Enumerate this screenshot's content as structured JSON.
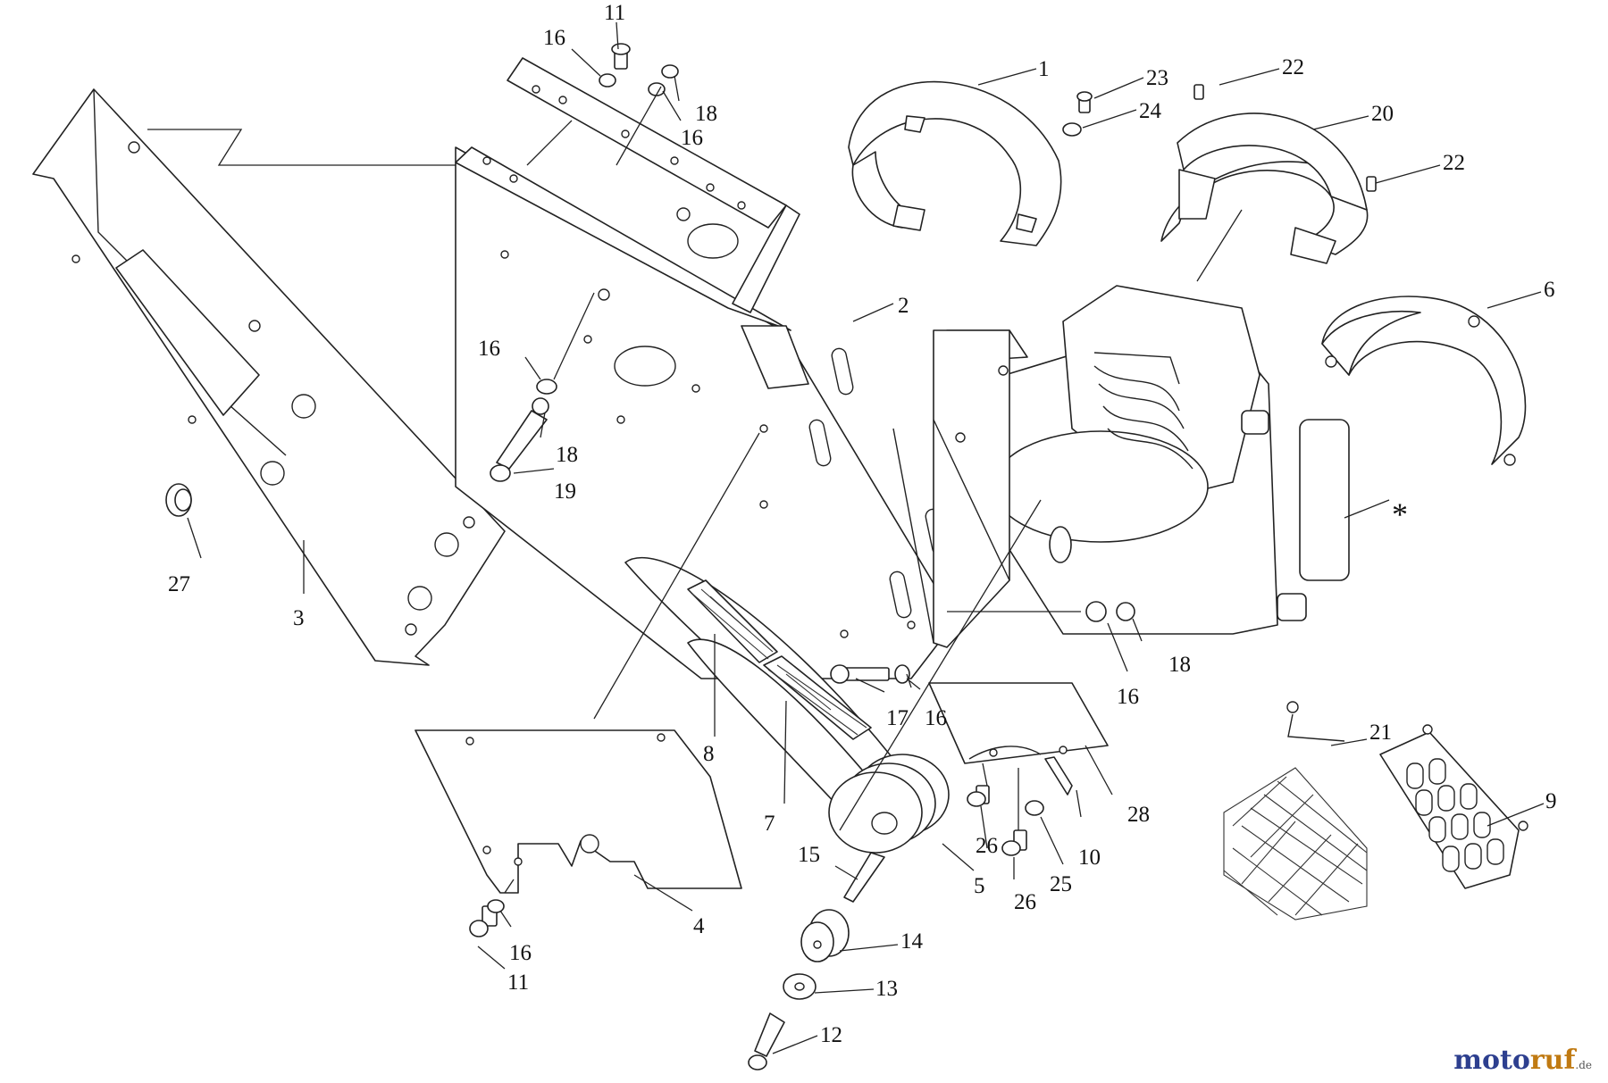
{
  "callouts": {
    "c1": "1",
    "c2": "2",
    "c3": "3",
    "c4": "4",
    "c5": "5",
    "c6": "6",
    "c7": "7",
    "c8": "8",
    "c9": "9",
    "c10": "10",
    "c11a": "11",
    "c11b": "11",
    "c12": "12",
    "c13": "13",
    "c14": "14",
    "c15": "15",
    "c16a": "16",
    "c16b": "16",
    "c16c": "16",
    "c16d": "16",
    "c16e": "16",
    "c16f": "16",
    "c17": "17",
    "c18a": "18",
    "c18b": "18",
    "c18c": "18",
    "c19": "19",
    "c20": "20",
    "c21": "21",
    "c22a": "22",
    "c22b": "22",
    "c23": "23",
    "c24": "24",
    "c25": "25",
    "c26a": "26",
    "c26b": "26",
    "c27": "27",
    "c28": "28",
    "cstar": "*"
  },
  "brand": {
    "main": "moto",
    "accent": "ruf",
    "tld": ".de"
  },
  "colors": {
    "brand_primary": "#2d3f8f",
    "brand_accent": "#c07a12",
    "line": "#222222"
  }
}
